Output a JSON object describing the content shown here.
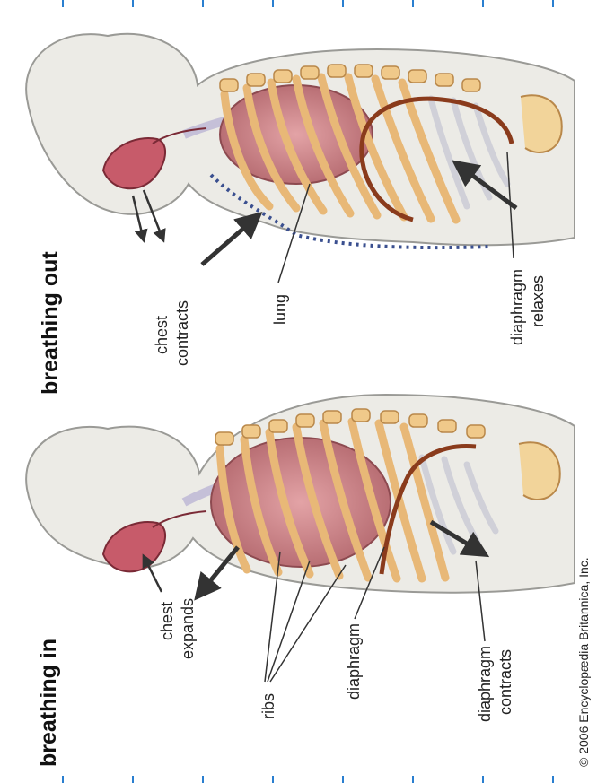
{
  "panels": {
    "breathing_in": {
      "title": "breathing in",
      "labels": {
        "chest_line1": "chest",
        "chest_line2": "expands",
        "ribs": "ribs",
        "diaphragm": "diaphragm",
        "diaphragm_line1": "diaphragm",
        "diaphragm_line2": "contracts"
      }
    },
    "breathing_out": {
      "title": "breathing out",
      "labels": {
        "chest_line1": "chest",
        "chest_line2": "contracts",
        "lung": "lung",
        "diaphragm_line1": "diaphragm",
        "diaphragm_line2": "relaxes"
      }
    }
  },
  "copyright": "© 2006 Encyclopædia Britannica, Inc.",
  "colors": {
    "body_fill": "#ecebe6",
    "body_stroke": "#9a9a96",
    "rib": "#f0c98a",
    "rib_stroke": "#b9884a",
    "lung": "#c97f84",
    "lung_dark": "#a6585e",
    "diaphragm": "#8a3b1c",
    "cartilage": "#d8d8de",
    "dots": "#3a4f8f",
    "arrow": "#333333",
    "tick_blue": "#2a7fd0"
  }
}
